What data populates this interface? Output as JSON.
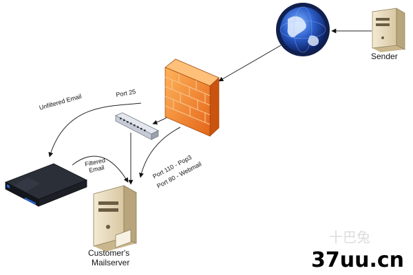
{
  "labels": {
    "sender": "Sender",
    "unfiltered_email": "Unfiltered Email",
    "port25": "Port 25",
    "filtered_email": "Filtered\nEmail",
    "port110": "Port 110 - Pop3",
    "port80": "Port 80  - Webmail",
    "customer_mailserver": "Customer's\nMailserver"
  },
  "watermark": {
    "text": "37uu.cn",
    "faint": "十巴兔"
  },
  "colors": {
    "firewall_orange": "#f07a1e",
    "globe_blue": "#1f49a6",
    "server_beige": "#e9dcc0",
    "appliance_dark": "#1c1f26",
    "appliance_blue": "#2a62c8"
  },
  "icons": {
    "sender": "server-tower-icon",
    "internet": "globe-icon",
    "firewall": "firewall-icon",
    "switch": "network-switch-icon",
    "filter": "rack-appliance-icon",
    "mailserver": "server-tower-icon"
  }
}
